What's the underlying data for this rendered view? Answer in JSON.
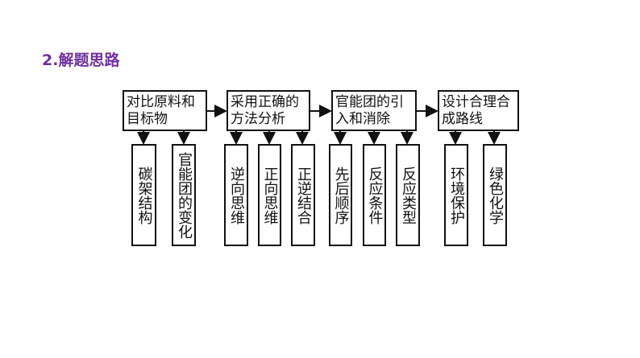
{
  "title": "2.解题思路",
  "steps": [
    {
      "label": "对比原料和目标物",
      "children": [
        "碳架结构",
        "官能团的变化"
      ]
    },
    {
      "label": "采用正确的方法分析",
      "children": [
        "逆向思维",
        "正向思维",
        "正逆结合"
      ]
    },
    {
      "label": "官能团的引入和消除",
      "children": [
        "先后顺序",
        "反应条件",
        "反应类型"
      ]
    },
    {
      "label": "设计合理合成路线",
      "children": [
        "环境保护",
        "绿色化学"
      ]
    }
  ]
}
